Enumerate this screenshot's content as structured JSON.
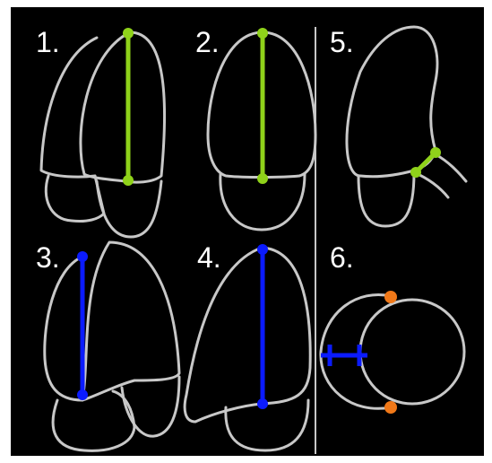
{
  "panels": [
    {
      "id": "p1",
      "label": "1."
    },
    {
      "id": "p2",
      "label": "2."
    },
    {
      "id": "p3",
      "label": "3."
    },
    {
      "id": "p4",
      "label": "4."
    },
    {
      "id": "p5",
      "label": "5."
    },
    {
      "id": "p6",
      "label": "6."
    }
  ],
  "colors": {
    "background": "#000000",
    "outline": "#c8c8c8",
    "divider": "#c8c8c8",
    "green_measure": "#8fd21a",
    "blue_measure": "#0b1bff",
    "orange_marker": "#f07818",
    "frame": "#ffffff"
  }
}
